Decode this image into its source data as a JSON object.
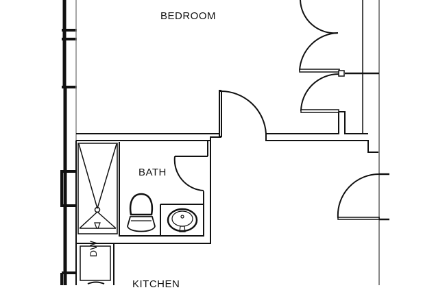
{
  "plan": {
    "rooms": [
      {
        "id": "bedroom",
        "label": "BEDROOM"
      },
      {
        "id": "bath",
        "label": "BATH"
      },
      {
        "id": "kitchen",
        "label": "KITCHEN"
      }
    ],
    "fixtures": [
      {
        "id": "dishwasher",
        "label": "DW"
      },
      {
        "id": "shower",
        "label": ""
      },
      {
        "id": "toilet",
        "label": ""
      },
      {
        "id": "sink",
        "label": ""
      }
    ],
    "colors": {
      "wall": "#111111",
      "thin_line": "#888888",
      "background": "#ffffff"
    }
  }
}
